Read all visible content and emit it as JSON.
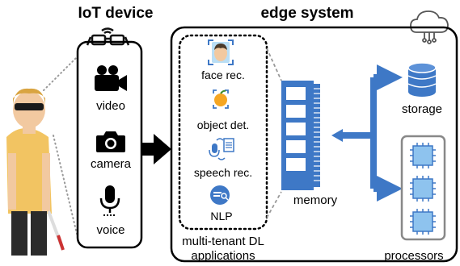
{
  "iot": {
    "title": "IoT device",
    "items": [
      {
        "label": "video",
        "icon": "video-camera-icon"
      },
      {
        "label": "camera",
        "icon": "photo-camera-icon"
      },
      {
        "label": "voice",
        "icon": "microphone-icon"
      }
    ]
  },
  "edge": {
    "title": "edge system",
    "cloud_icon": "cloud-circuit-icon",
    "apps": [
      {
        "label": "face rec.",
        "icon": "face-scan-icon"
      },
      {
        "label": "object det.",
        "icon": "apple-detection-icon"
      },
      {
        "label": "speech rec.",
        "icon": "speech-to-text-icon"
      },
      {
        "label": "NLP",
        "icon": "nlp-icon"
      }
    ],
    "apps_caption_line1": "multi-tenant DL",
    "apps_caption_line2": "applications",
    "memory_label": "memory",
    "storage_label": "storage",
    "processors_label": "processors"
  },
  "colors": {
    "accent_blue": "#3e78c6",
    "chip_blue": "#8ec3ee",
    "frame_gray": "#888888",
    "skin": "#f2c9a0",
    "shirt": "#f2c462",
    "hair": "#d9a441"
  }
}
